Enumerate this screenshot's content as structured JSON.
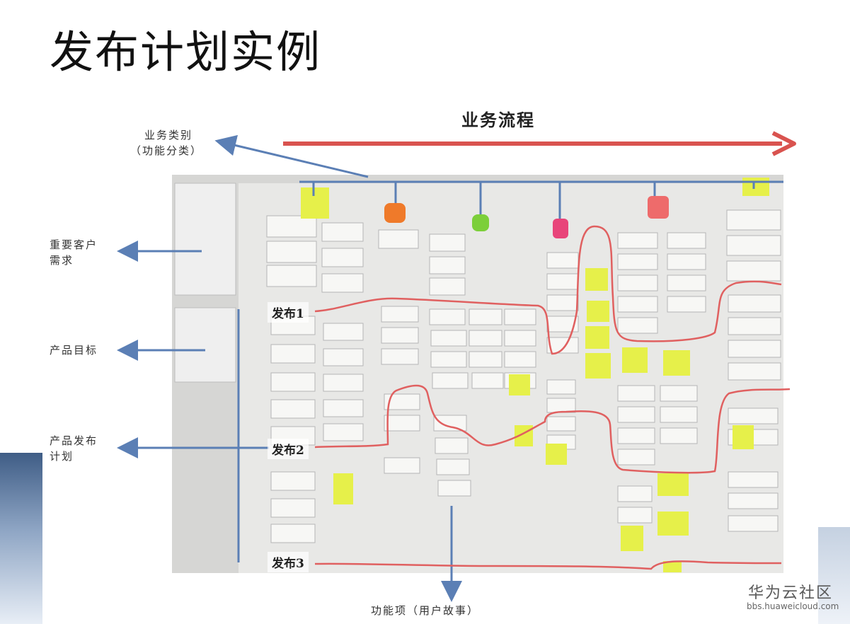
{
  "slide": {
    "title": "发布计划实例",
    "flow_label": "业务流程",
    "labels": {
      "business_category": "业务类别",
      "business_category_sub": "（功能分类）",
      "key_customer_line1": "重要客户",
      "key_customer_line2": "需求",
      "product_goal": "产品目标",
      "release_plan_line1": "产品发布",
      "release_plan_line2": "计划",
      "feature_items": "功能项（用户故事）"
    },
    "releases": [
      "发布1",
      "发布2",
      "发布3"
    ]
  },
  "watermark": {
    "name": "华为云社区",
    "url": "bbs.huaweicloud.com"
  },
  "colors": {
    "flow_arrow": "#d9534f",
    "pointer_arrow": "#5b7fb5",
    "release_line": "#e06060",
    "sticky_yellow": "#e6f04a",
    "sticky_orange": "#ef7a2a",
    "sticky_green": "#7ccf3a",
    "sticky_pink": "#e8457a",
    "sticky_salmon": "#ee6b6b"
  }
}
